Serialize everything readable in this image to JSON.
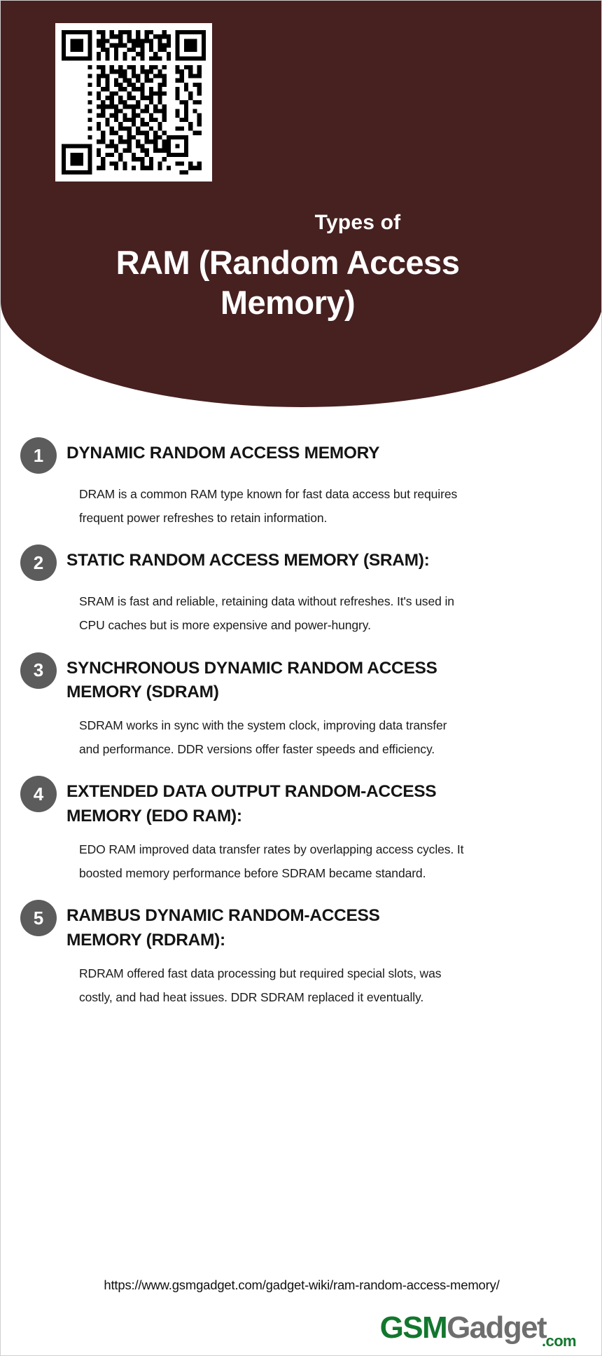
{
  "colors": {
    "header_bg": "#462120",
    "badge_bg": "#5c5c5c",
    "heading_text": "#141414",
    "body_text": "#1b1b1b",
    "logo_green": "#12772e",
    "logo_gray": "#6e6e6e",
    "page_bg": "#ffffff"
  },
  "header": {
    "qr_alt": "qr-code",
    "eyebrow": "Types of",
    "title": "RAM (Random Access Memory)"
  },
  "list": [
    {
      "number": "1",
      "heading": "DYNAMIC RANDOM ACCESS MEMORY",
      "body": "DRAM is a common RAM type known for fast data access but requires frequent power refreshes to retain information."
    },
    {
      "number": "2",
      "heading": "STATIC RANDOM ACCESS MEMORY (SRAM):",
      "body": "SRAM is fast and reliable, retaining data without refreshes. It's used in CPU caches but is more expensive and power-hungry."
    },
    {
      "number": "3",
      "heading": "SYNCHRONOUS DYNAMIC RANDOM ACCESS MEMORY (SDRAM)",
      "body": "SDRAM works in sync with the system clock, improving data transfer and performance. DDR versions offer faster speeds and efficiency."
    },
    {
      "number": "4",
      "heading": "EXTENDED DATA OUTPUT RANDOM-ACCESS MEMORY (EDO RAM):",
      "body": "EDO RAM improved data transfer rates by overlapping access cycles. It boosted memory performance before SDRAM became standard."
    },
    {
      "number": "5",
      "heading": "RAMBUS DYNAMIC RANDOM-ACCESS MEMORY (RDRAM):",
      "body": "RDRAM offered fast data processing but required special slots, was costly, and had heat issues. DDR SDRAM replaced it eventually."
    }
  ],
  "footer": {
    "url": "https://www.gsmgadget.com/gadget-wiki/ram-random-access-memory/",
    "logo": {
      "part1": "GSM",
      "part2": "Gadget",
      "part3": ".com"
    }
  }
}
